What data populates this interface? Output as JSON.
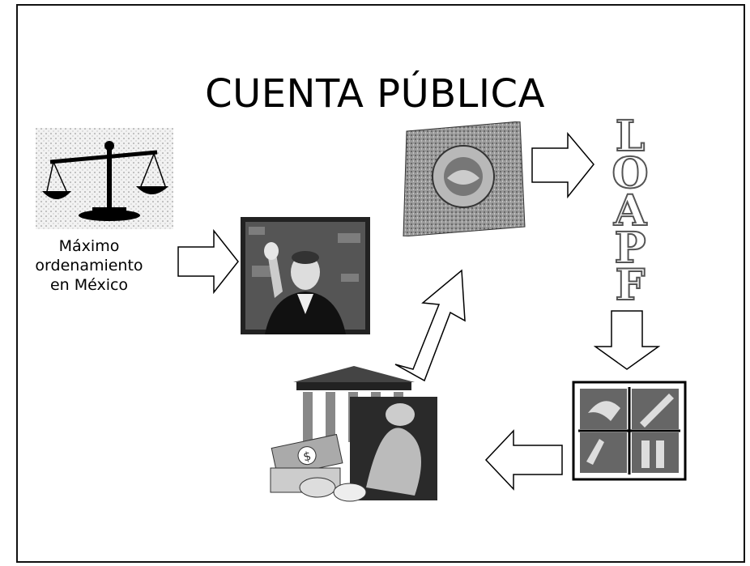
{
  "slide": {
    "title": "CUENTA PÚBLICA",
    "caption_lines": [
      "Máximo",
      "ordenamiento",
      "en México"
    ],
    "loapf_letters": [
      "L",
      "O",
      "A",
      "P",
      "F"
    ]
  }
}
